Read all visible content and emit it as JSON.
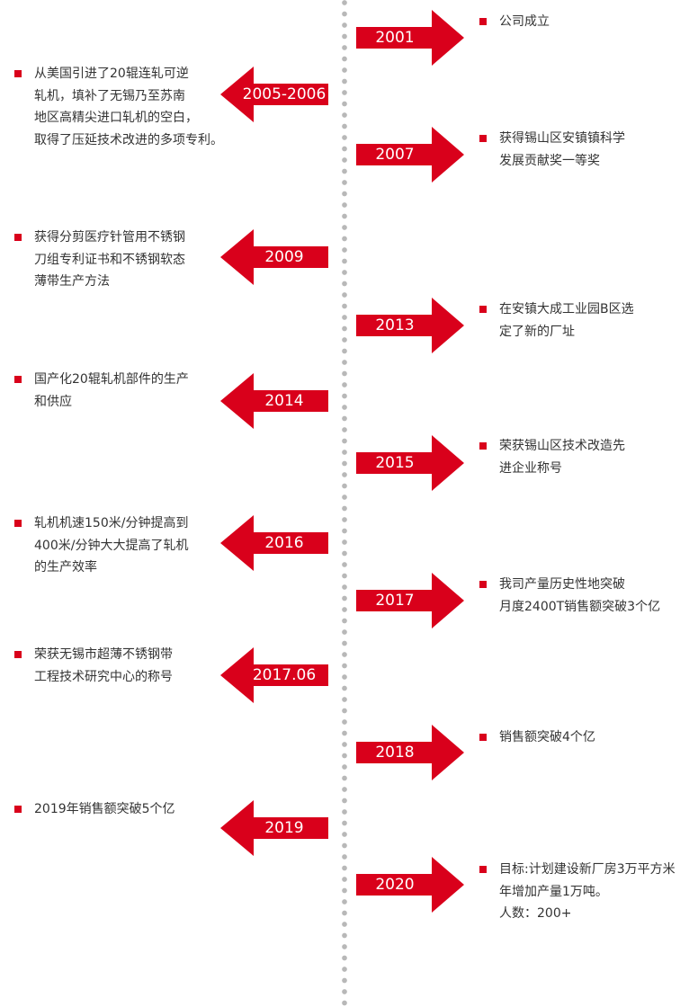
{
  "brand_color": "#d9001b",
  "spine_color": "#b8b8b8",
  "timeline": [
    {
      "year": "2001",
      "side": "right",
      "text": "公司成立"
    },
    {
      "year": "2005-2006",
      "side": "left",
      "text": "从美国引进了20辊连轧可逆\n轧机，填补了无锡乃至苏南\n地区高精尖进口轧机的空白，\n取得了压延技术改进的多项专利。"
    },
    {
      "year": "2007",
      "side": "right",
      "text": "获得锡山区安镇镇科学\n发展贡献奖一等奖"
    },
    {
      "year": "2009",
      "side": "left",
      "text": "获得分剪医疗针管用不锈钢\n刀组专利证书和不锈钢软态\n薄带生产方法"
    },
    {
      "year": "2013",
      "side": "right",
      "text": "在安镇大成工业园B区选\n定了新的厂址"
    },
    {
      "year": "2014",
      "side": "left",
      "text": "国产化20辊轧机部件的生产\n和供应"
    },
    {
      "year": "2015",
      "side": "right",
      "text": "荣获锡山区技术改造先\n进企业称号"
    },
    {
      "year": "2016",
      "side": "left",
      "text": "轧机机速150米/分钟提高到\n400米/分钟大大提高了轧机\n的生产效率"
    },
    {
      "year": "2017",
      "side": "right",
      "text": "我司产量历史性地突破\n月度2400T销售额突破3个亿"
    },
    {
      "year": "2017.06",
      "side": "left",
      "text": "荣获无锡市超薄不锈钢带\n工程技术研究中心的称号"
    },
    {
      "year": "2018",
      "side": "right",
      "text": "销售额突破4个亿"
    },
    {
      "year": "2019",
      "side": "left",
      "text": "2019年销售额突破5个亿"
    },
    {
      "year": "2020",
      "side": "right",
      "text": "目标:计划建设新厂房3万平方米\n年增加产量1万吨。\n人数：200+"
    }
  ]
}
